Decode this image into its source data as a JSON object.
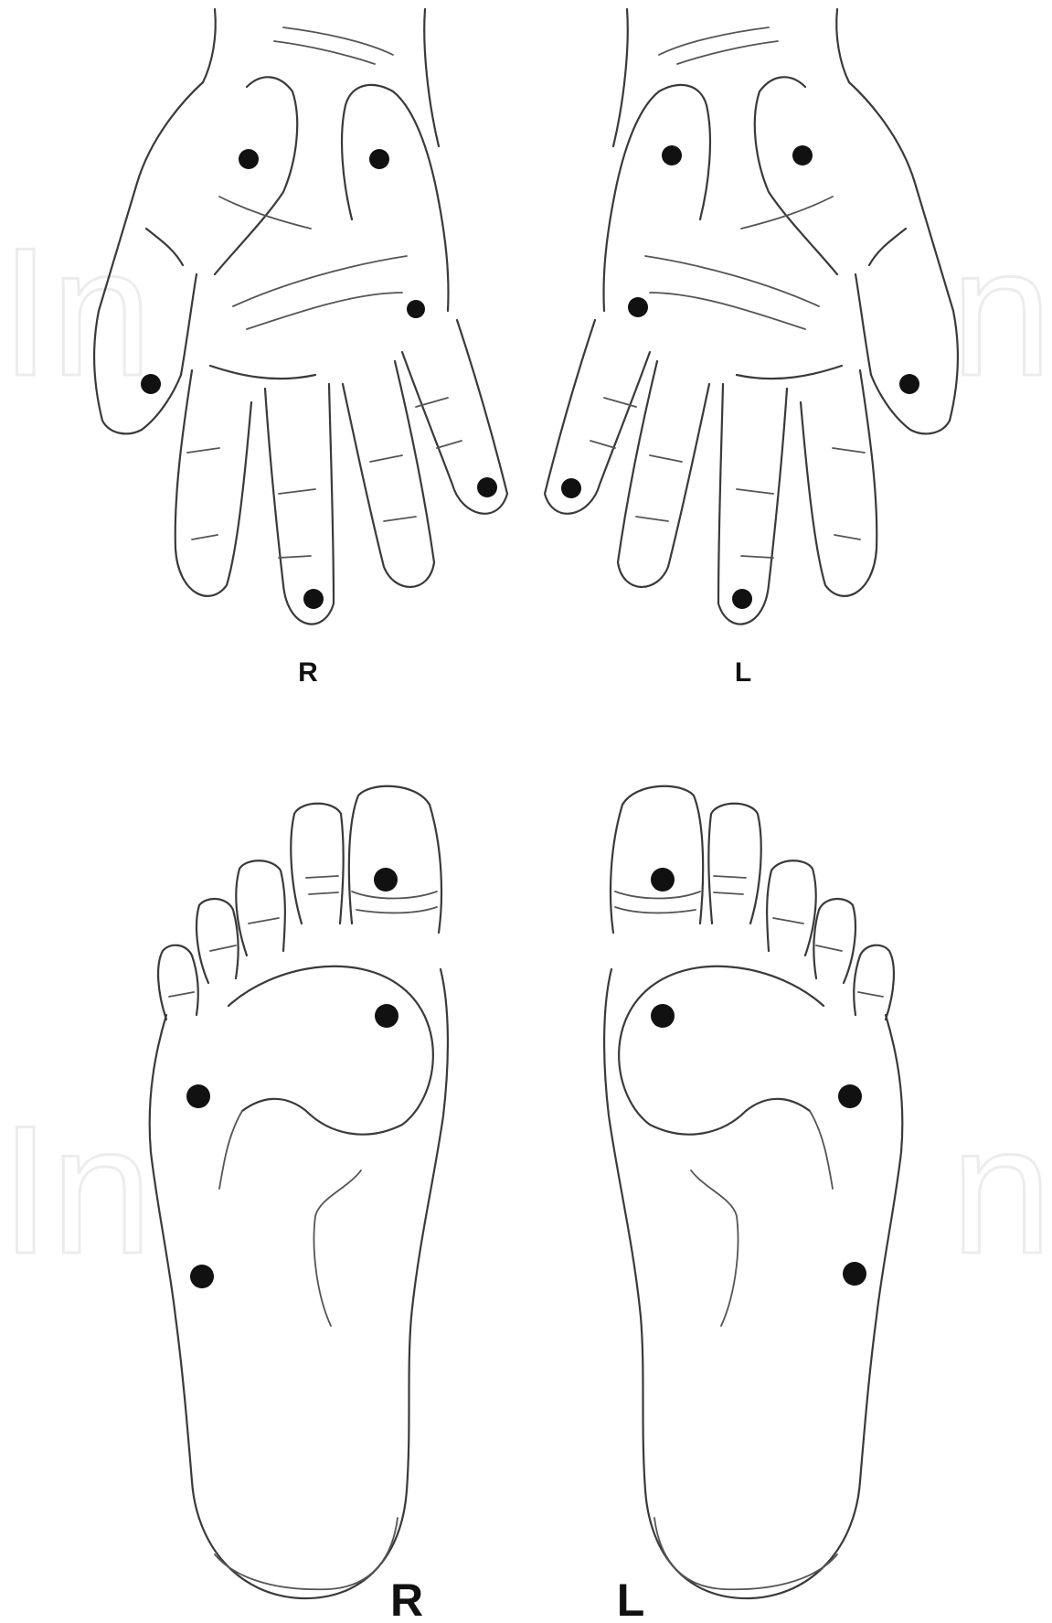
{
  "figure": {
    "hands": {
      "right_label": "R",
      "left_label": "L"
    },
    "feet": {
      "right_label": "R",
      "left_label": "L"
    }
  },
  "icons": [
    "hand-outline",
    "foot-outline",
    "pressure-point-dot"
  ],
  "colors": {
    "line": "#3a3a3a",
    "dot": "#111111",
    "background": "#ffffff"
  }
}
